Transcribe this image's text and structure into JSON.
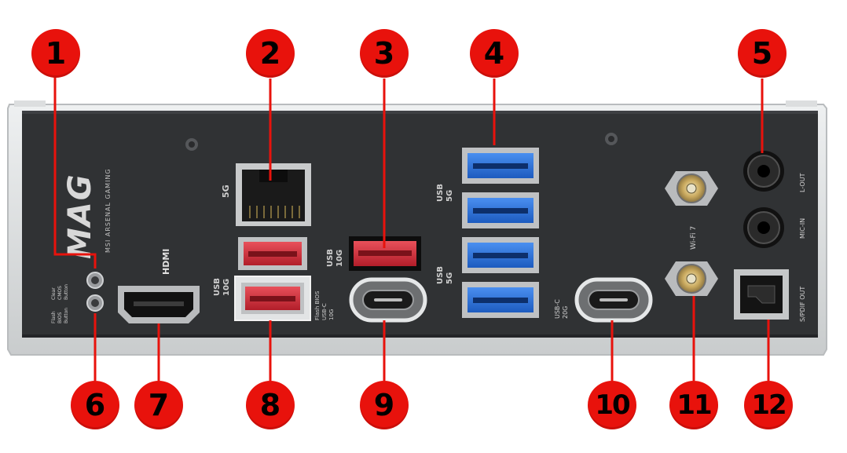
{
  "brand": {
    "logo": "MAG",
    "tagline": "MSI ARSENAL GAMING"
  },
  "labels": {
    "hdmi": "HDMI",
    "lan": "5G",
    "usb10g_left": [
      "USB",
      "10G"
    ],
    "usb10g_mid": [
      "USB",
      "10G"
    ],
    "usb5g_upper": [
      "USB",
      "5G"
    ],
    "usb5g_lower": [
      "USB",
      "5G"
    ],
    "flash_bios_usb": [
      "Flash BIOS",
      "USB-C",
      "10G"
    ],
    "usbc20g": [
      "USB-C",
      "20G"
    ],
    "wifi": "Wi-Fi 7",
    "lout": "L-OUT",
    "micin": "MIC-IN",
    "spdif": "S/PDIF OUT",
    "clear_cmos": [
      "Clear",
      "CMOS",
      "Button"
    ],
    "flash_bios": [
      "Flash",
      "BIOS",
      "Button"
    ]
  },
  "callouts": [
    {
      "number": "1"
    },
    {
      "number": "2"
    },
    {
      "number": "3"
    },
    {
      "number": "4"
    },
    {
      "number": "5"
    },
    {
      "number": "6"
    },
    {
      "number": "7"
    },
    {
      "number": "8"
    },
    {
      "number": "9"
    },
    {
      "number": "10"
    },
    {
      "number": "11"
    },
    {
      "number": "12"
    }
  ],
  "colors": {
    "callout": "#e8120c",
    "panel": "#303234",
    "usb_red": "#d2323c",
    "usb_blue": "#2f74d8",
    "bracket": "#d9dbdc"
  }
}
